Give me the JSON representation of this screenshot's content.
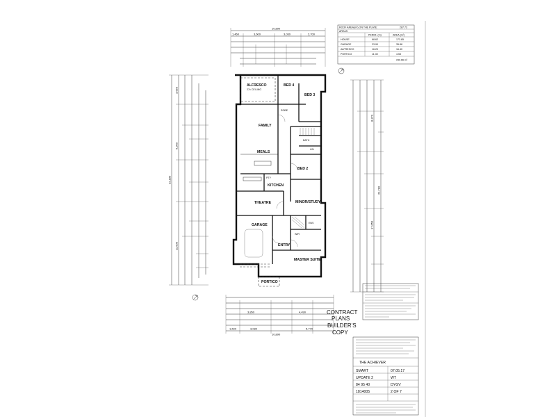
{
  "roof_table": {
    "heading": "ROOF AREA(m²) ON THE PLATE:",
    "heading_value": "287.73",
    "areas_label": "AREAS",
    "col_perim": "PERIM. (m)",
    "col_area": "AREA (m²)",
    "rows": [
      {
        "name": "HOUSE",
        "perim": "68.62",
        "area": "173.85"
      },
      {
        "name": "GARAGE",
        "perim": "23.90",
        "area": "35.88"
      },
      {
        "name": "ALFRESCO",
        "perim": "16.20",
        "area": "16.40"
      },
      {
        "name": "PORTICO",
        "perim": "11.30",
        "area": "4.53"
      }
    ],
    "total": "230.66 m²"
  },
  "dimensions": {
    "top_overall": "10,890",
    "top_segments": [
      "1,460",
      "3,600",
      "3,030",
      "2,700"
    ],
    "bottom_overall": "10,890",
    "bottom_segments": [
      "1,600",
      "3,080",
      "5,770"
    ],
    "bottom_mid": [
      "3,850",
      "4,490"
    ],
    "left_overall": "22,180",
    "left_segments": [
      "3,650",
      "6,390",
      "11,600"
    ],
    "right_overall": "24,780",
    "right_segments": [
      "8,370",
      "17,650"
    ]
  },
  "rooms": {
    "alfresco": "ALFRESCO",
    "bed4": "BED 4",
    "bed3": "BED 3",
    "family": "FAMILY",
    "meals": "MEALS",
    "kitchen": "KITCHEN",
    "bed2": "BED 2",
    "theatre": "THEATRE",
    "minor_study": "MINOR/STUDY",
    "garage": "GARAGE",
    "entry": "ENTRY",
    "master_suite": "MASTER SUITE",
    "portico": "PORTICO",
    "wir": "WIR",
    "ens": "ENS"
  },
  "notes": {
    "alfresco_ceiling": "27c CEILING",
    "robe": "ROBE",
    "linen": "LIN",
    "bath": "BATH",
    "pantry": "PTY"
  },
  "stamp": {
    "line1": "CONTRACT",
    "line2": "PLANS",
    "line3": "BUILDER'S",
    "line4": "COPY"
  },
  "title_block": {
    "project_name": "THE ACHIEVER",
    "client": "SMART",
    "date": "07.05.17",
    "revision_label": "UPDATE 2",
    "revision_code": "WT",
    "job_no": "84 95 40",
    "drawn": "DYGV",
    "lot": "1814005",
    "sheet": "2 OF 7"
  }
}
